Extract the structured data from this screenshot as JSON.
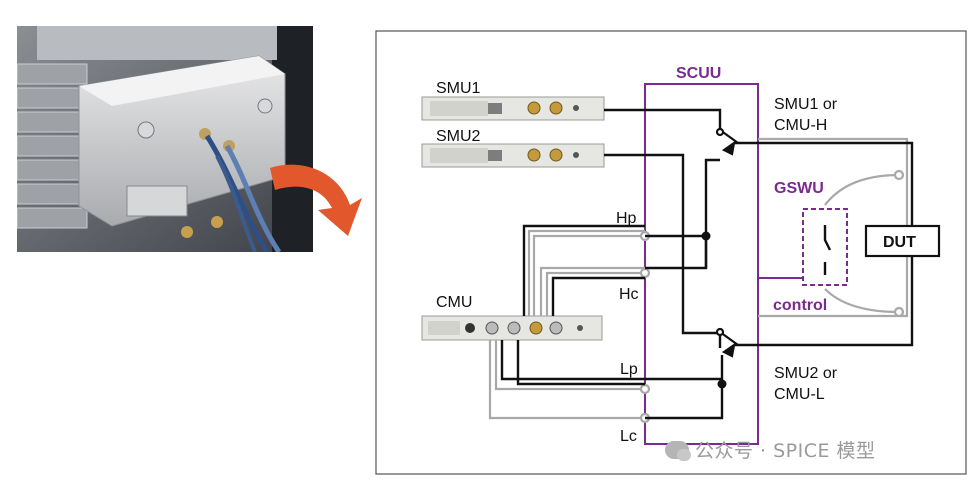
{
  "labels": {
    "smu1": "SMU1",
    "smu2": "SMU2",
    "cmu": "CMU",
    "scuu": "SCUU",
    "gswu": "GSWU",
    "control": "control",
    "dut": "DUT",
    "hp": "Hp",
    "hc": "Hc",
    "lp": "Lp",
    "lc": "Lc",
    "out_top_line1": "SMU1 or",
    "out_top_line2": "CMU-H",
    "out_bot_line1": "SMU2 or",
    "out_bot_line2": "CMU-L"
  },
  "watermark": "公众号 · SPICE 模型",
  "colors": {
    "scuu_border": "#7b2a8f",
    "cable_black": "#111111",
    "cable_gray": "#a8a8a8",
    "arrow": "#e2572b"
  }
}
